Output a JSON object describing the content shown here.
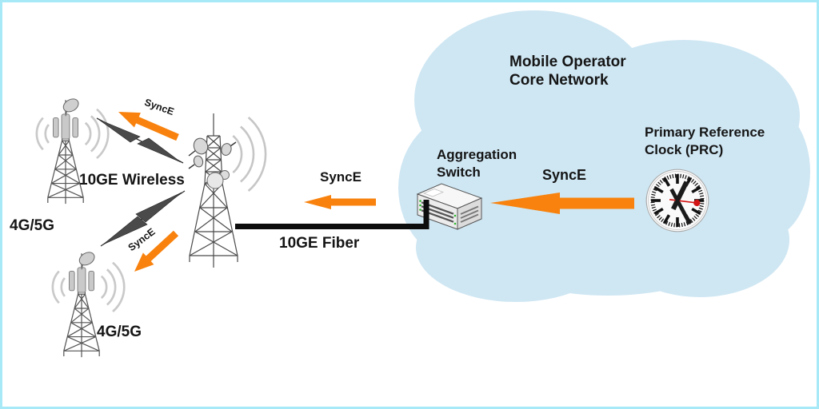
{
  "colors": {
    "accent_orange": "#F8820D",
    "cloud_blue": "#CFE7F3",
    "border_cyan": "#A8E9F8",
    "bolt_gray": "#4A4A4A",
    "clock_red": "#D31414",
    "fiber_black": "#0D0D0D"
  },
  "cloud": {
    "label": [
      "Mobile Operator",
      "Core Network"
    ]
  },
  "prc": {
    "label": [
      "Primary Reference",
      "Clock (PRC)"
    ]
  },
  "aggregation_switch": {
    "label": [
      "Aggregation",
      "Switch"
    ]
  },
  "links": {
    "synce_core_label": "SyncE",
    "synce_fiber_label": "SyncE",
    "synce_wireless_top_label": "SyncE",
    "synce_wireless_bottom_label": "SyncE",
    "fiber_label": "10GE Fiber",
    "wireless_label": "10GE Wireless"
  },
  "towers": {
    "top_left_label": "4G/5G",
    "bottom_left_label": "4G/5G"
  }
}
